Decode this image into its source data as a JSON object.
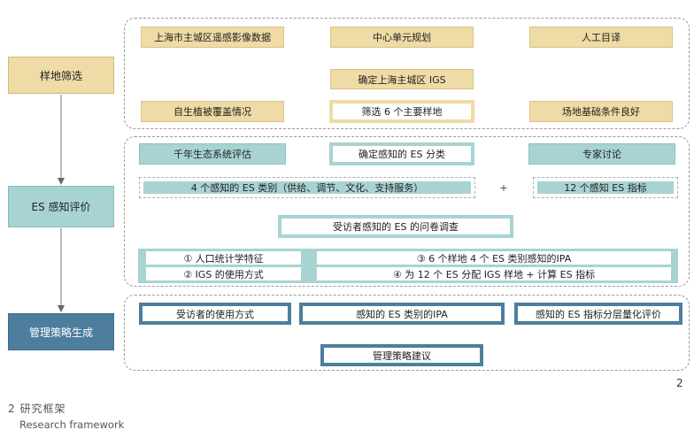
{
  "left": {
    "site_selection": "样地筛选",
    "es_evaluation": "ES 感知评价",
    "strategy": "管理策略生成"
  },
  "section1": {
    "remote_sensing": "上海市主城区遥感影像数据",
    "center_plan": "中心单元规划",
    "visual": "人工目译",
    "confirm_igs": "确定上海主城区 IGS",
    "vegetation": "自生植被覆盖情况",
    "screen_sites": "筛选 6 个主要样地",
    "site_conditions": "场地基础条件良好"
  },
  "section2": {
    "ma": "千年生态系统评估",
    "confirm_es": "确定感知的 ES 分类",
    "experts": "专家讨论",
    "four_categories": "4 个感知的 ES 类别（供给、调节、文化、支持服务）",
    "plus": "+",
    "twelve_indicators": "12 个感知 ES 指标",
    "survey": "受访者感知的 ES 的问卷调查",
    "demographics": "① 人口统计学特征",
    "usage": "② IGS 的使用方式",
    "ipa_sites": "③ 6 个样地 4 个 ES 类别感知的IPA",
    "assign": "④ 为 12 个 ES 分配 IGS 样地 + 计算 ES 指标"
  },
  "section3": {
    "usage_mode": "受访者的使用方式",
    "ipa_categories": "感知的 ES 类别的IPA",
    "stratified": "感知的 ES 指标分层量化评价",
    "suggestions": "管理策略建议"
  },
  "figure": {
    "number": "2",
    "caption_cn": "2 研究框架",
    "caption_en": "Research framework"
  },
  "colors": {
    "tan": "#efdba5",
    "teal": "#a8d3d3",
    "navy": "#4d7e9d"
  }
}
